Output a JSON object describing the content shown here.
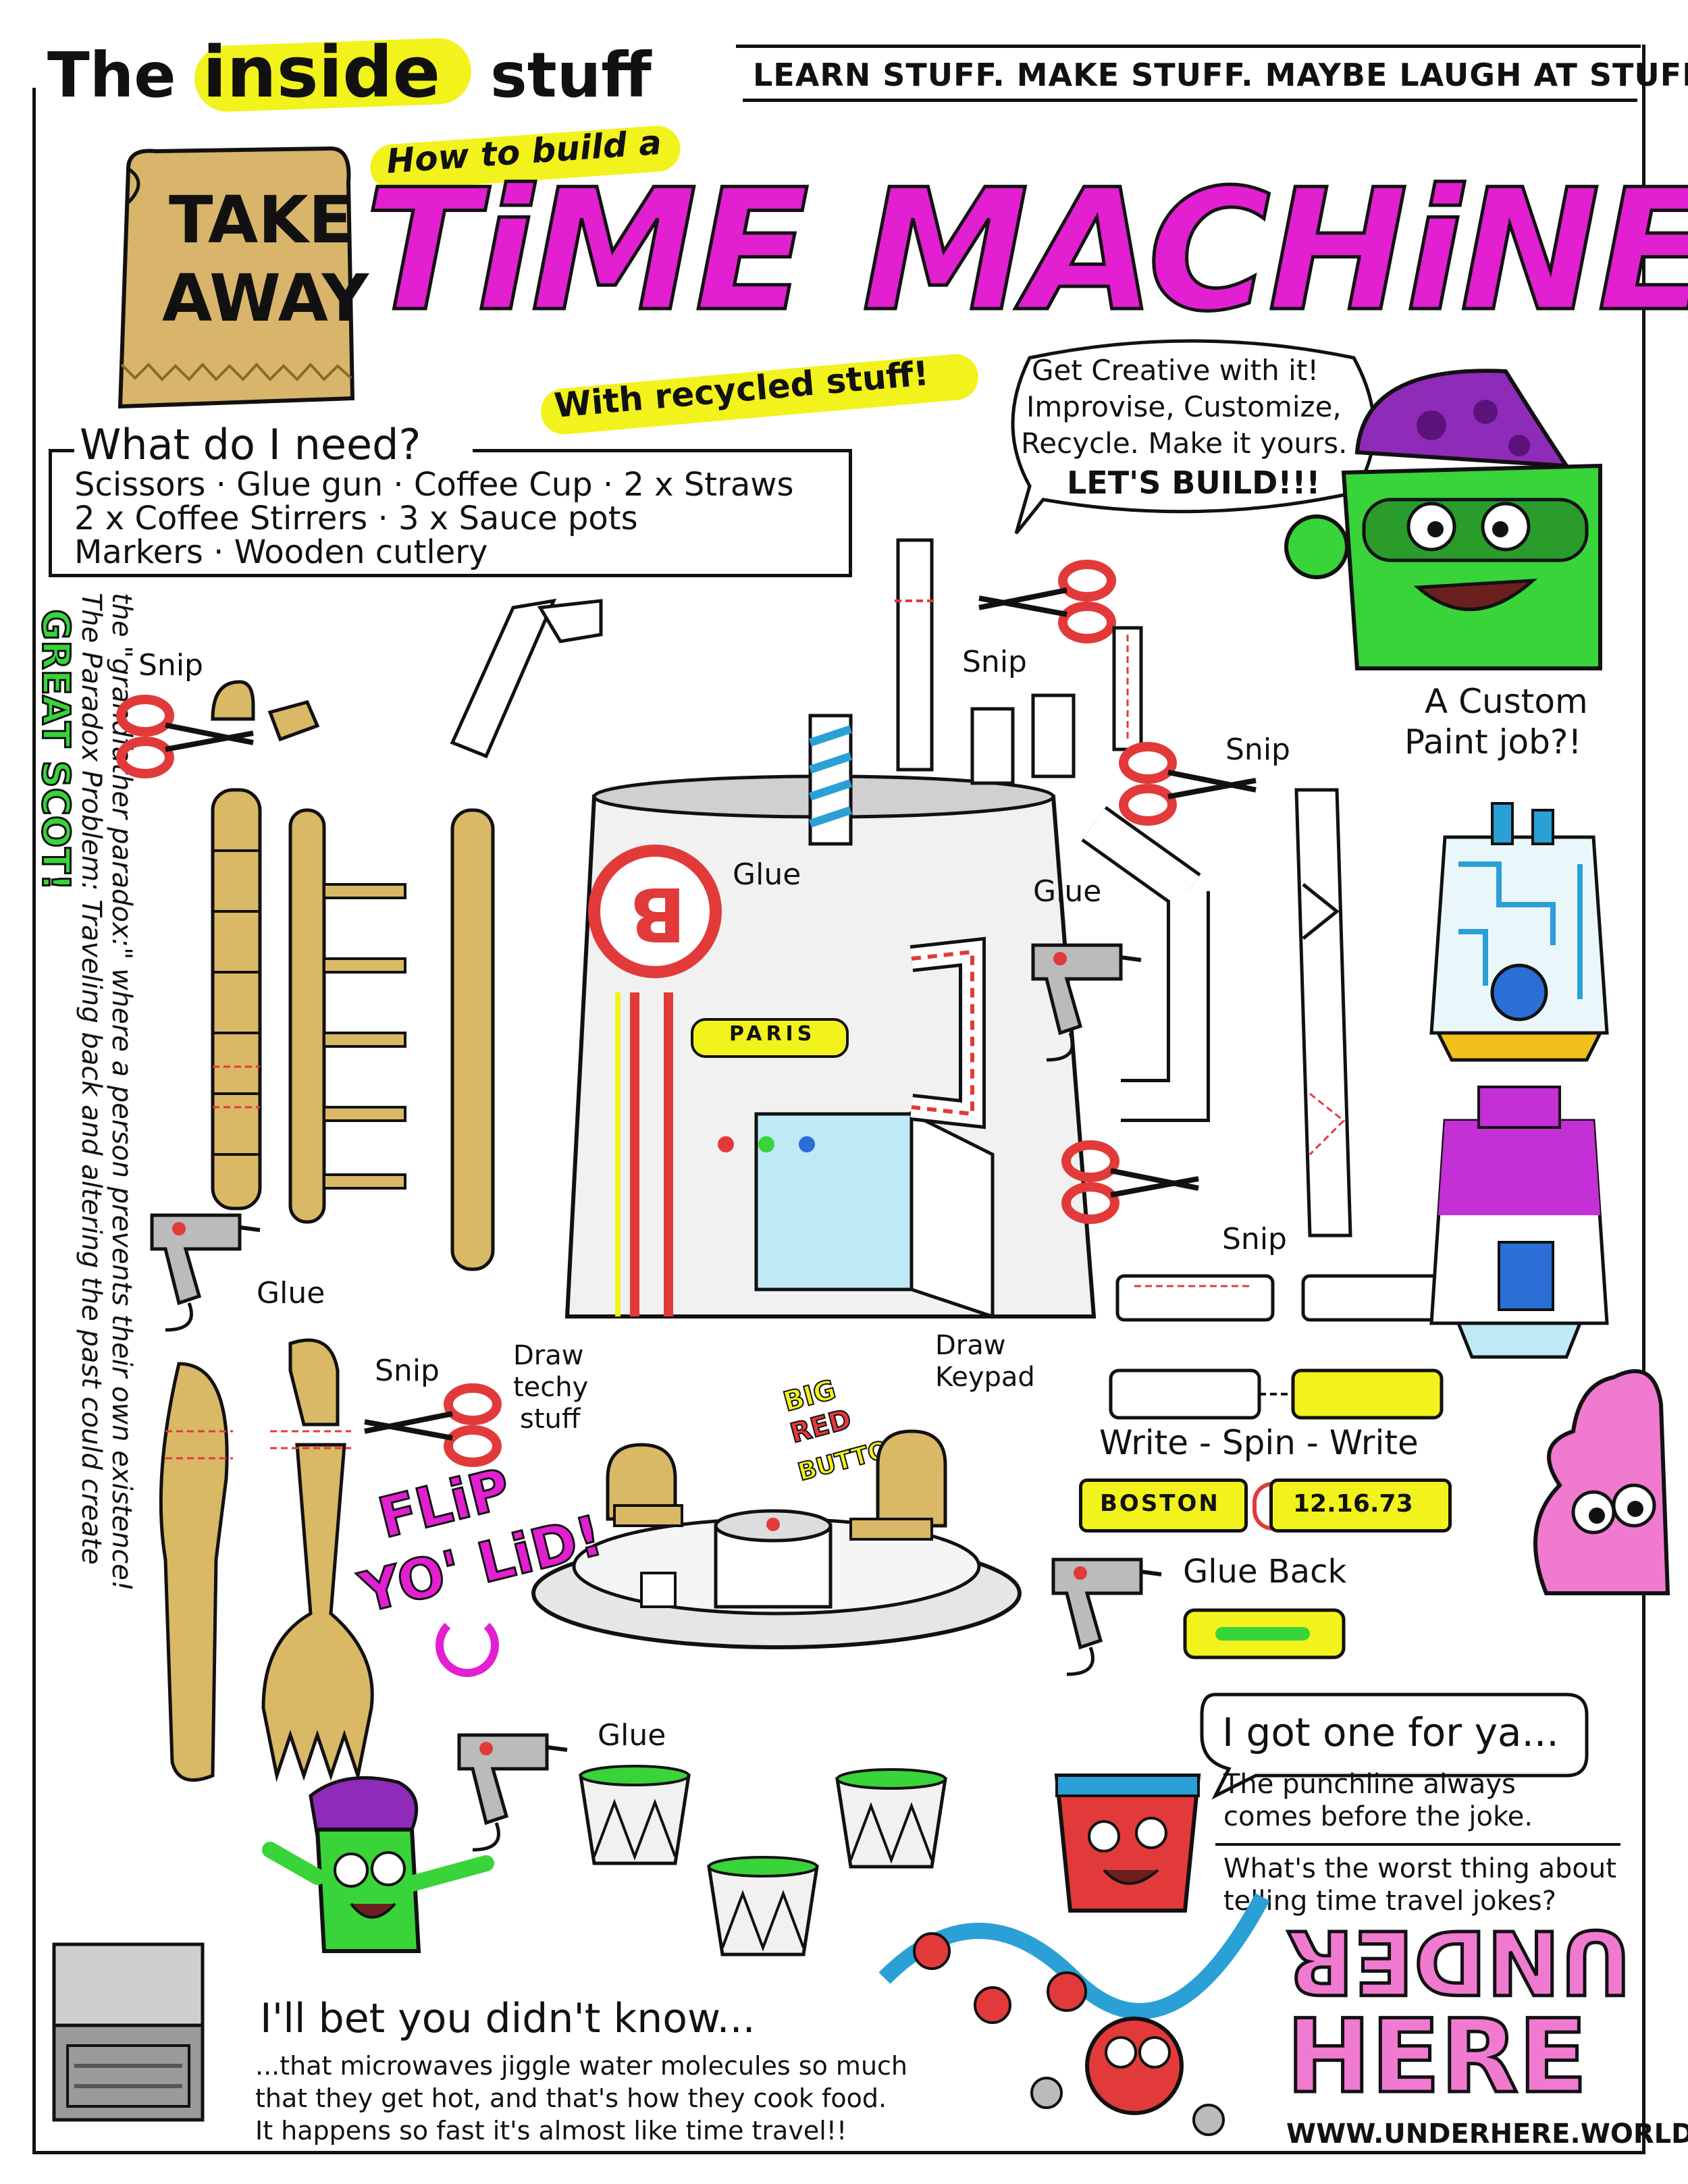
{
  "header": {
    "series_prefix": "The",
    "series_highlight": "inside",
    "series_suffix": "stuff",
    "tagline": "LEARN STUFF. MAKE STUFF. MAYBE LAUGH AT STUFF."
  },
  "badge": {
    "line1": "TAKE",
    "line2": "AWAY"
  },
  "title": {
    "pre": "How to build a",
    "main": "TiME MACHiNE!",
    "sub": "With recycled stuff!"
  },
  "intro_bubble": {
    "line1": "Get Creative with it!",
    "line2": "Improvise, Customize,",
    "line3": "Recycle. Make it yours.",
    "line4": "LET'S BUILD!!!"
  },
  "needs": {
    "heading": "What do I need?",
    "line1": "Scissors · Glue gun · Coffee Cup · 2 x Straws",
    "line2": "2 x Coffee Stirrers · 3 x Sauce pots",
    "line3": "Markers · Wooden cutlery"
  },
  "exclaim": "GREAT SCOT!",
  "paradox": {
    "line1": "The Paradox Problem: Traveling back and altering the past could create",
    "line2": "the \"grandfather paradox:\" where a person prevents their own existence!"
  },
  "labels": {
    "snip_1": "Snip",
    "snip_2": "Snip",
    "snip_3": "Snip",
    "snip_4": "Snip",
    "snip_5": "Snip",
    "glue_1": "Glue",
    "glue_2": "Glue",
    "glue_3": "Glue",
    "glue_4": "Glue",
    "draw_techy_1": "Draw",
    "draw_techy_2": "techy",
    "draw_techy_3": "stuff",
    "draw_keypad_1": "Draw",
    "draw_keypad_2": "Keypad",
    "big_red_button_1": "BIG",
    "big_red_button_2": "RED",
    "big_red_button_3": "BUTTON",
    "flip_lid_1": "FLiP",
    "flip_lid_2": "YO' LiD!",
    "custom_paint_1": "A Custom",
    "custom_paint_2": "Paint job?!",
    "write_spin_write": "Write - Spin - Write",
    "glue_back": "Glue Back",
    "destination": "PARIS",
    "destination_2": "BOSTON",
    "date": "12.16.73",
    "cup_logo": "B"
  },
  "joke": {
    "bubble": "I got one for ya...",
    "line1": "The punchline always",
    "line2": "comes before the joke.",
    "line3": "What's the worst thing about",
    "line4": "telling time travel jokes?"
  },
  "fact": {
    "heading": "I'll bet you didn't know...",
    "line1": "...that microwaves jiggle water molecules so much",
    "line2": "that they get hot, and that's how they cook food.",
    "line3": "It happens so fast it's almost like time travel!!"
  },
  "brand": {
    "logo_top": "UNDER",
    "logo_bottom": "HERE",
    "url": "WWW.UNDERHERE.WORLD"
  },
  "colors": {
    "magenta": "#e21fd1",
    "yellow": "#f2f21c",
    "kraft": "#d8b56a",
    "wood": "#d9b866",
    "scissor_red": "#e23a3a",
    "green": "#38d43a",
    "purple": "#8e2bb8",
    "pink": "#f07ad0"
  }
}
